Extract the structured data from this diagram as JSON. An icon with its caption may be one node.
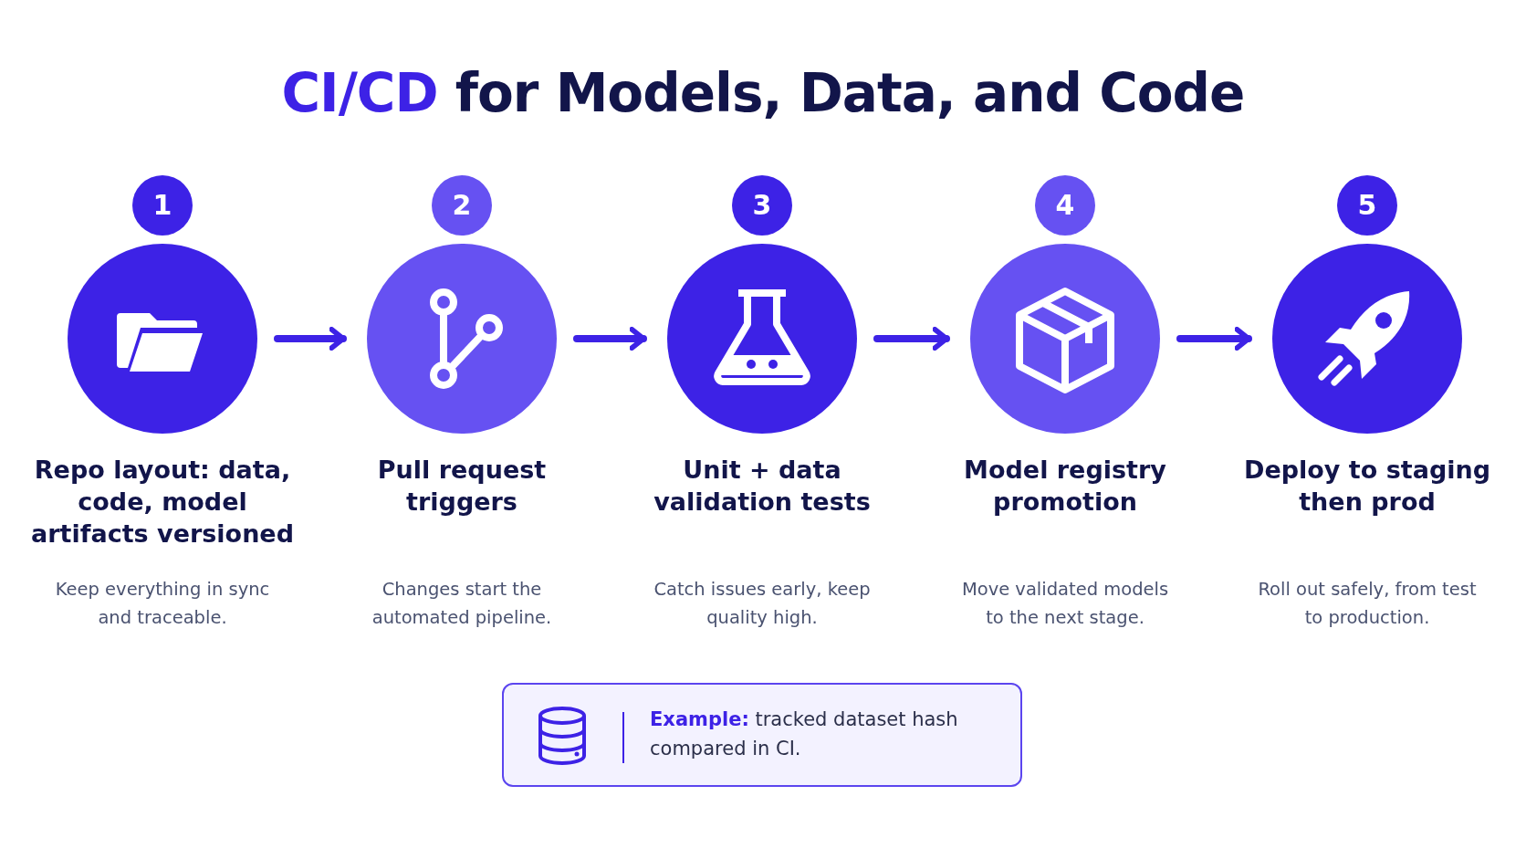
{
  "diagram": {
    "title": "**CI/CD** for Models, Data, and Code",
    "nodes": [
      {
        "text": [
          "Repo layout: data, code, model artifacts versioned"
        ],
        "beside": [
          "1"
        ]
      },
      {
        "text": [
          "Pull request triggers"
        ],
        "beside": [
          "2"
        ]
      },
      {
        "text": [
          "Unit + data validation tests"
        ],
        "beside": [
          "3"
        ]
      },
      {
        "text": [
          "Model registry promotion"
        ],
        "beside": [
          "4"
        ]
      },
      {
        "text": [
          "Deploy to staging then prod"
        ],
        "beside": [
          "5"
        ]
      },
      {
        "text": [
          "**Example:** tracked dataset hash compared in CI."
        ]
      }
    ],
    "edges": [
      {
        "from": 0,
        "to": 1,
        "arrow": "to"
      },
      {
        "from": 1,
        "to": 2,
        "arrow": "to"
      },
      {
        "from": 2,
        "to": 3,
        "arrow": "to"
      },
      {
        "from": 3,
        "to": 4,
        "arrow": "to"
      }
    ],
    "labels": [
      "Keep everything in sync and traceable.",
      "Changes start the automated pipeline.",
      "Catch issues early, keep quality high.",
      "Move validated  models to the next stage.",
      "Roll out safely, from test to production."
    ]
  }
}
